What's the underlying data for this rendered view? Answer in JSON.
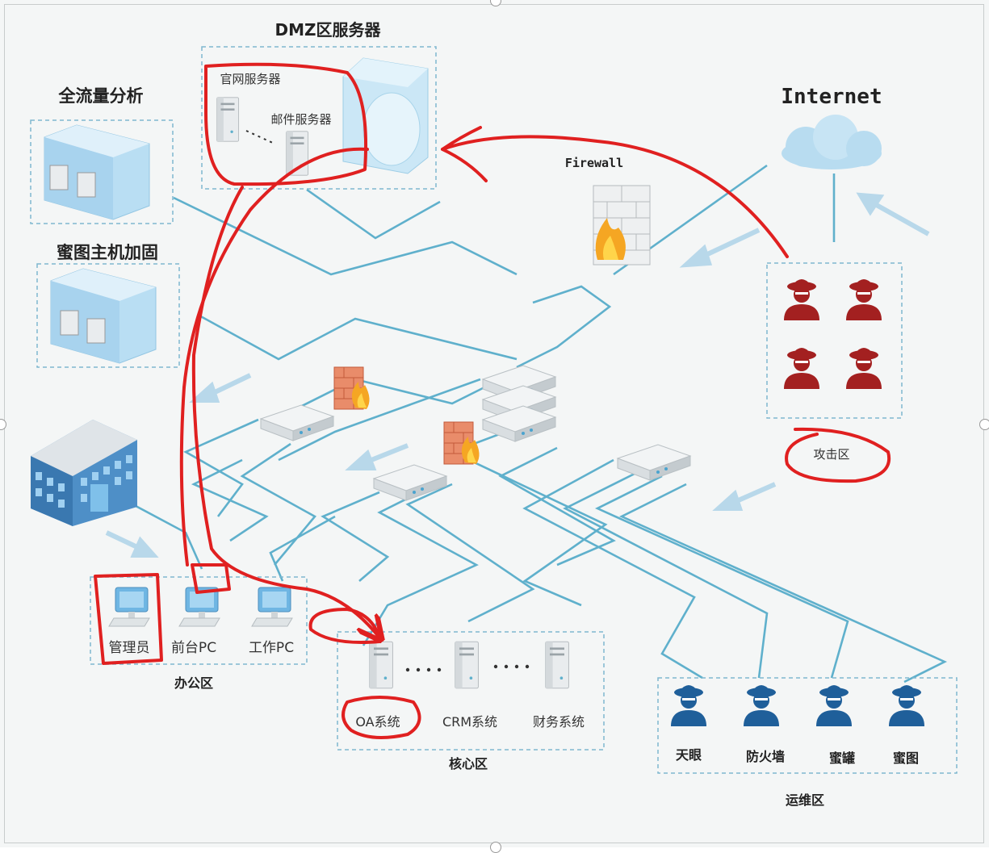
{
  "colors": {
    "line": "#5fb0cc",
    "annotation": "#e02020",
    "zoneBorder": "#7fb7cf",
    "attacker": "#a32020",
    "ops": "#1f5f9a",
    "arrow": "#b8d8ea"
  },
  "zones": {
    "dmz": "DMZ区服务器",
    "traffic": "全流量分析",
    "honeypot": "蜜图主机加固",
    "internet": "Internet",
    "attack": "攻击区",
    "office": "办公区",
    "core": "核心区",
    "ops": "运维区"
  },
  "labels": {
    "web_server": "官网服务器",
    "mail_server": "邮件服务器",
    "firewall": "Firewall",
    "admin": "管理员",
    "front_pc": "前台PC",
    "work_pc": "工作PC",
    "oa": "OA系统",
    "crm": "CRM系统",
    "finance": "财务系统"
  },
  "ops_members": [
    "天眼",
    "防火墙",
    "蜜罐",
    "蜜图"
  ],
  "icons": [
    "cloud-icon",
    "firewall-icon",
    "hacker-icon",
    "switch-icon",
    "server-icon",
    "pc-icon",
    "building-icon",
    "appliance-icon"
  ]
}
